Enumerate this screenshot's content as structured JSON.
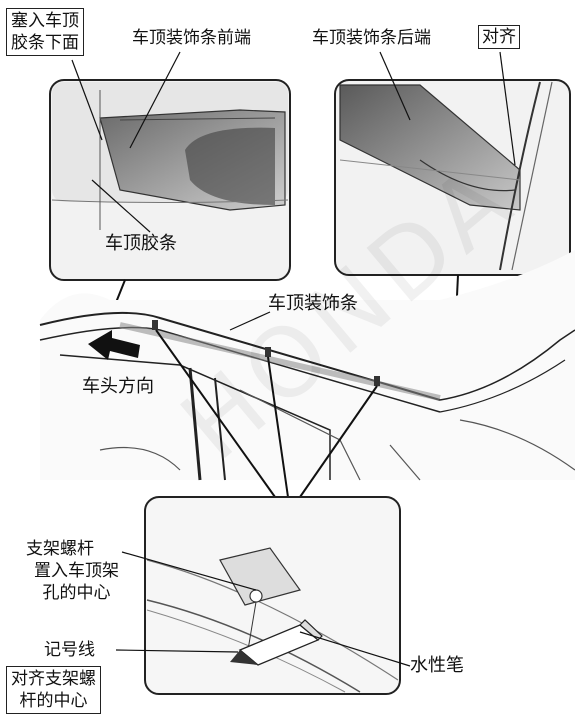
{
  "labels": {
    "tuck_under_molding": [
      "塞入车顶",
      "胶条下面"
    ],
    "roof_trim_front": "车顶装饰条前端",
    "roof_trim_rear": "车顶装饰条后端",
    "align": "对齐",
    "roof_molding": "车顶胶条",
    "roof_trim": "车顶装饰条",
    "vehicle_front_direction": "车头方向",
    "bracket_bolt": "支架螺杆",
    "place_in_roof_rack_hole": [
      "置入车顶架",
      "孔的中心"
    ],
    "mark_line": "记号线",
    "align_bracket_bolt": [
      "对齐支架螺",
      "杆的中心"
    ],
    "water_pen": "水性笔"
  },
  "watermark": "HONDA"
}
